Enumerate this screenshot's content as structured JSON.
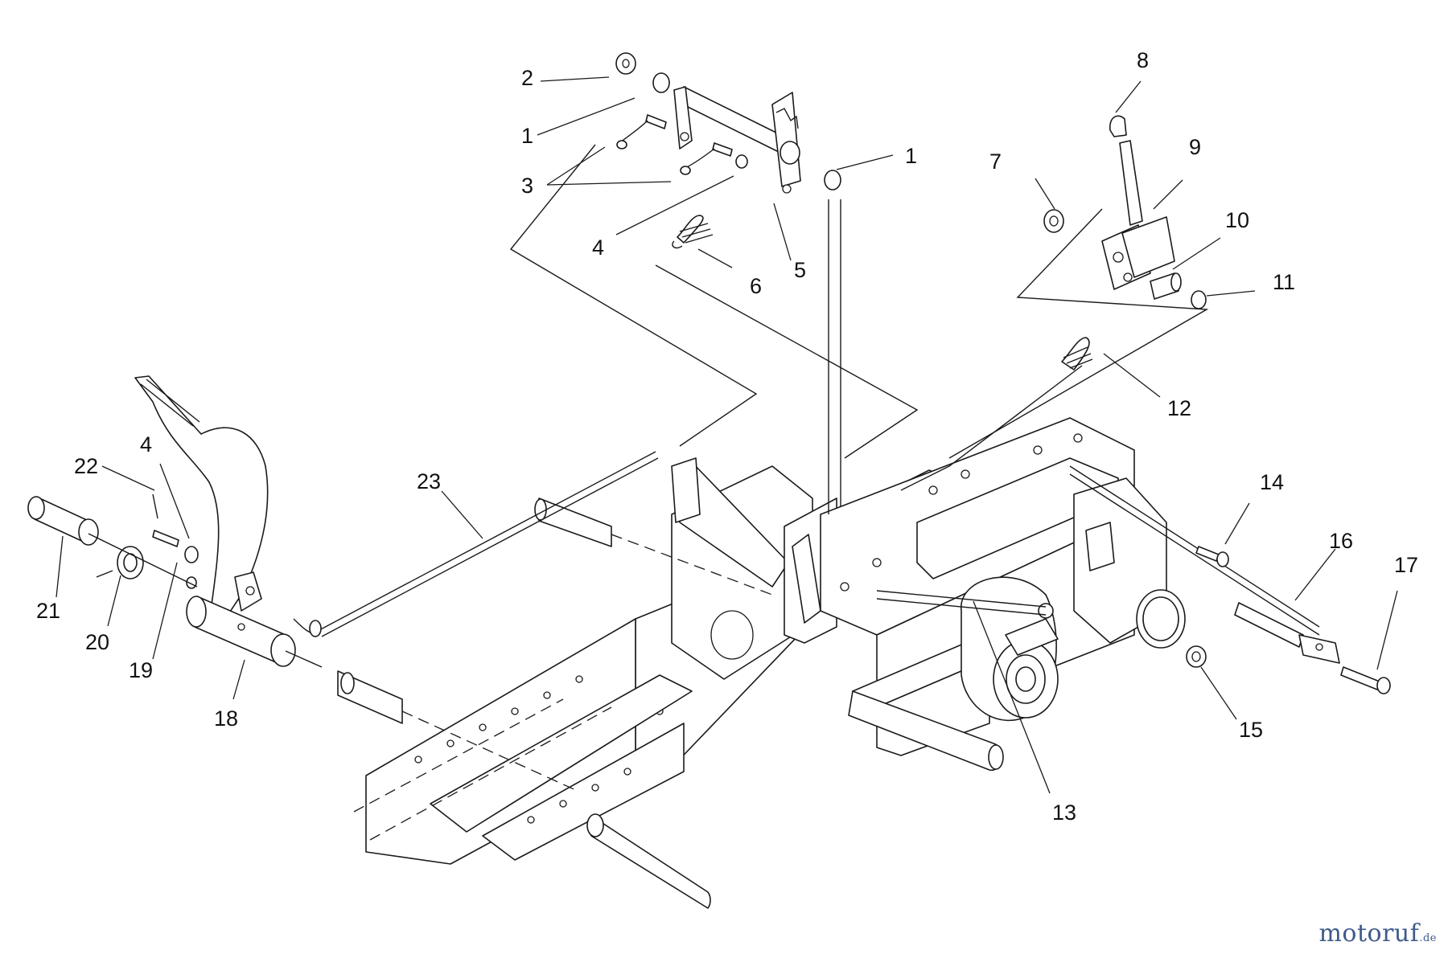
{
  "callouts": {
    "c2": "2",
    "c1a": "1",
    "c3": "3",
    "c4a": "4",
    "c6": "6",
    "c5": "5",
    "c1b": "1",
    "c8": "8",
    "c7": "7",
    "c9": "9",
    "c10": "10",
    "c11": "11",
    "c12": "12",
    "c4b": "4",
    "c22": "22",
    "c23": "23",
    "c21": "21",
    "c20": "20",
    "c19": "19",
    "c18": "18",
    "c14": "14",
    "c16": "16",
    "c17": "17",
    "c15": "15",
    "c13": "13"
  },
  "watermark": {
    "main": "motoruf",
    "tld": ".de"
  }
}
